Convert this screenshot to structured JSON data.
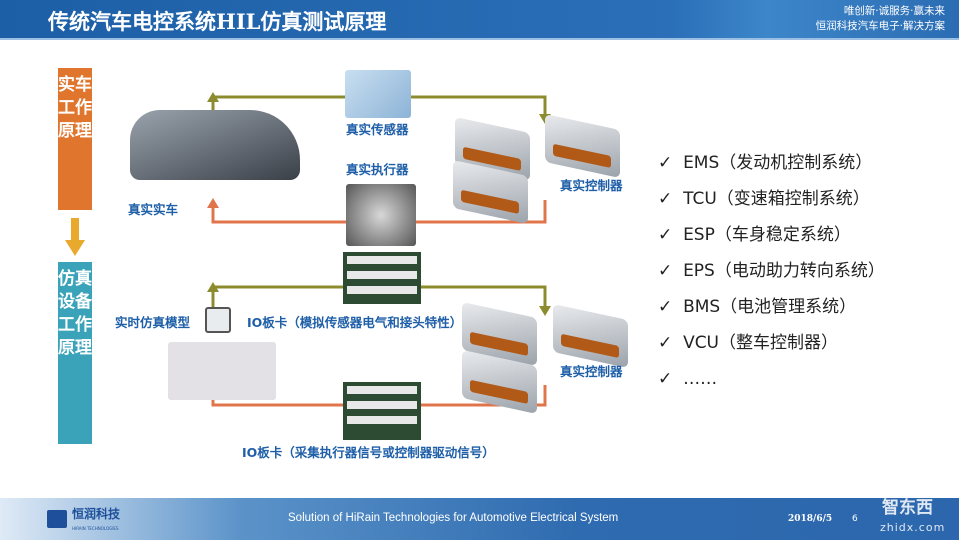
{
  "header": {
    "title": "传统汽车电控系统HIL仿真测试原理",
    "slogan_line1": "唯创新·诚服务·赢未来",
    "slogan_line2": "恒润科技汽车电子·解决方案"
  },
  "left_boxes": {
    "real": "实车工作原理",
    "sim": "仿真设备工作原理"
  },
  "diagram": {
    "real_sensor": "真实传感器",
    "real_actuator": "真实执行器",
    "real_car": "真实实车",
    "real_controller_top": "真实控制器",
    "realtime_model": "实时仿真模型",
    "io_card_top": "IO板卡（模拟传感器电气和接头特性）",
    "real_controller_bottom": "真实控制器",
    "io_card_bottom": "IO板卡（采集执行器信号或控制器驱动信号）",
    "colors": {
      "forward": "#8c8c2e",
      "feedback": "#e0744a"
    }
  },
  "systems": [
    {
      "check": "✓",
      "text": "EMS（发动机控制系统）"
    },
    {
      "check": "✓",
      "text": "TCU（变速箱控制系统）"
    },
    {
      "check": "✓",
      "text": "ESP（车身稳定系统）"
    },
    {
      "check": "✓",
      "text": "EPS（电动助力转向系统）"
    },
    {
      "check": "✓",
      "text": "BMS（电池管理系统）"
    },
    {
      "check": "✓",
      "text": "VCU（整车控制器）"
    },
    {
      "check": "✓",
      "text": "……"
    }
  ],
  "footer": {
    "company": "恒润科技",
    "company_en": "HIRAIN TECHNOLOGIES",
    "caption": "Solution of HiRain Technologies for Automotive Electrical System",
    "date": "2018/6/5",
    "page": "6",
    "watermark": "智东西",
    "watermark_url": "zhidx.com"
  }
}
